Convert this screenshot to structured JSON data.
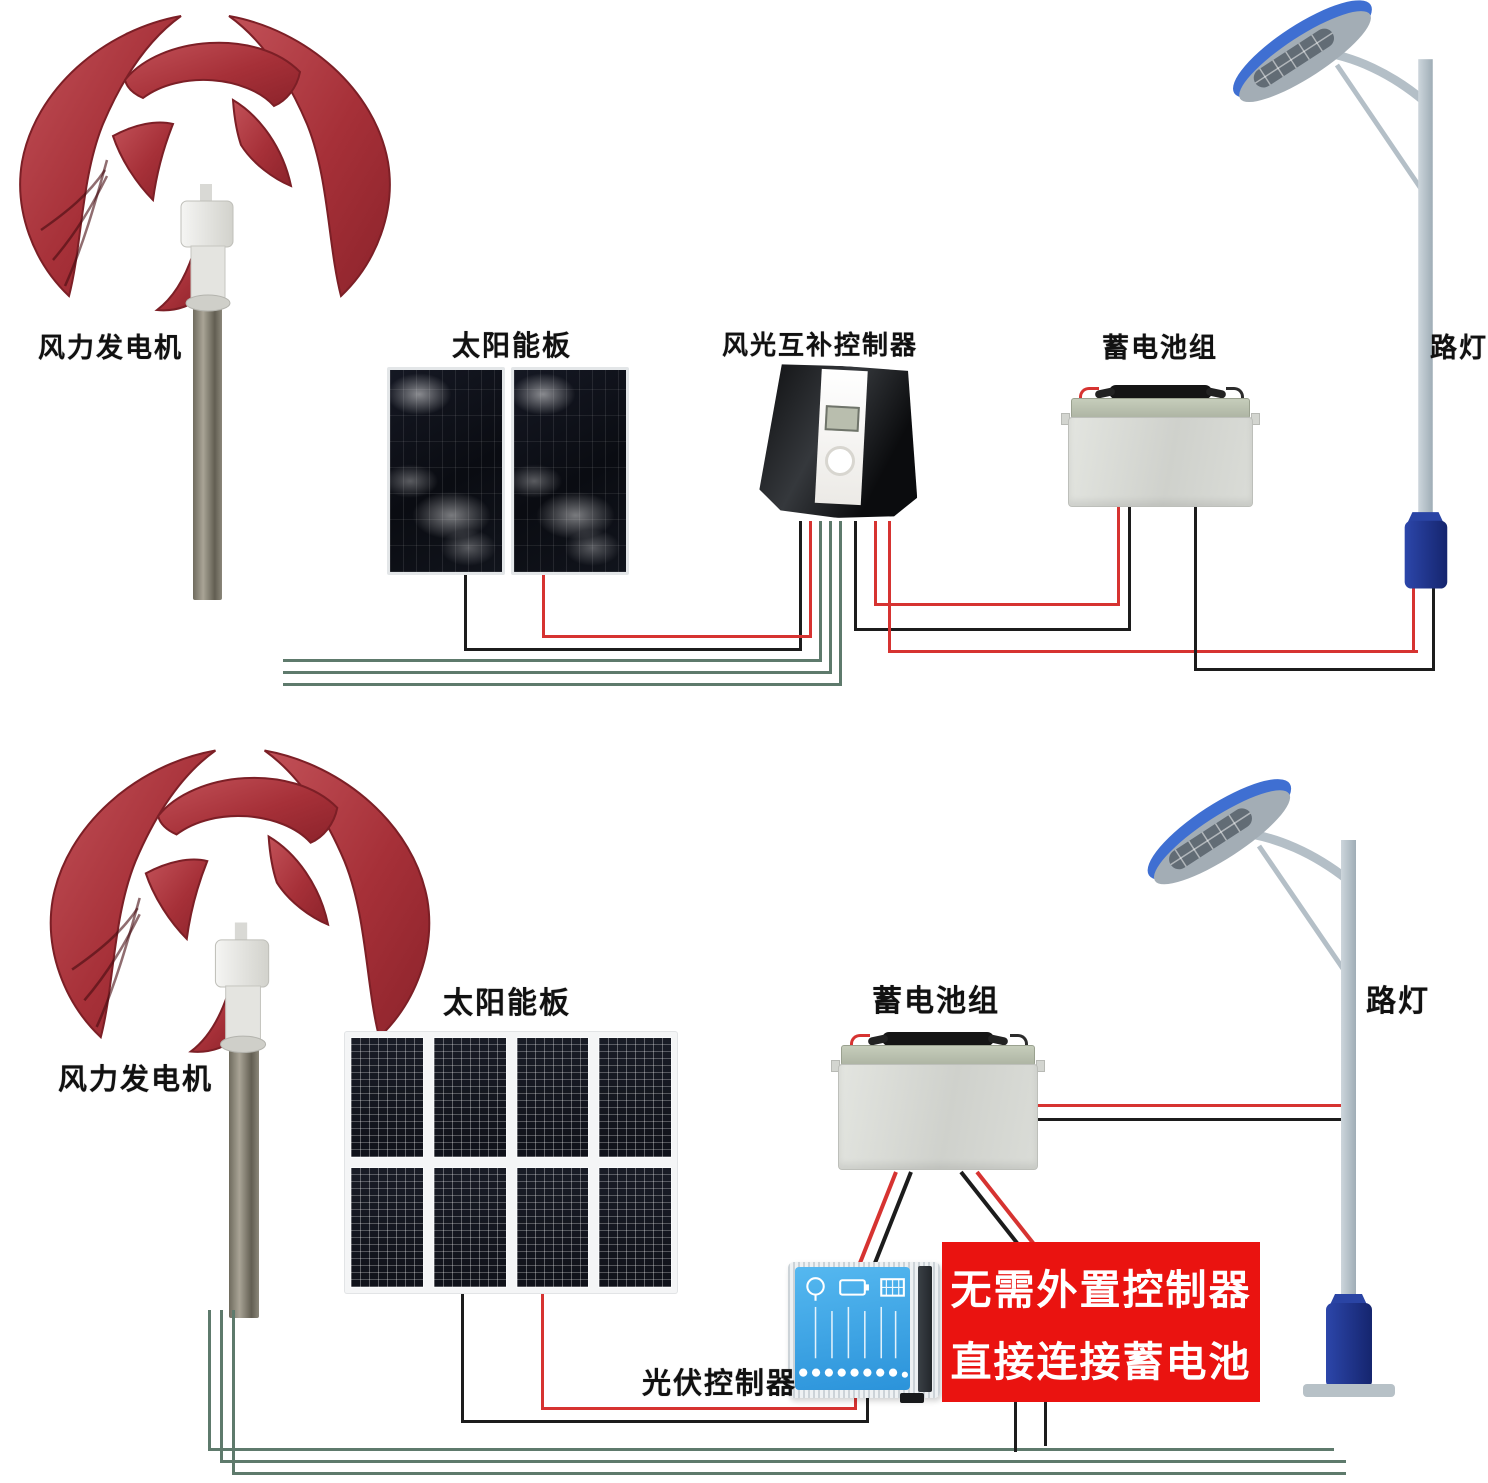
{
  "colors": {
    "wire-red": "#d63331",
    "wire-black": "#1c1c1c",
    "wire-green": "#5e7a6c",
    "blade-red": "#a8323a",
    "callout-red": "#ea1310",
    "pole-blue": "#1e3490",
    "lamp-blue": "#3f6fd2",
    "controller-blue": "#35a3e6",
    "label-color": "#111111"
  },
  "diagram_top": {
    "labels": {
      "wind_turbine": "风力发电机",
      "solar_panel": "太阳能板",
      "hybrid_controller": "风光互补控制器",
      "battery_pack": "蓄电池组",
      "street_light": "路灯"
    }
  },
  "diagram_bottom": {
    "labels": {
      "wind_turbine": "风力发电机",
      "solar_panel": "太阳能板",
      "battery_pack": "蓄电池组",
      "pv_controller": "光伏控制器",
      "street_light": "路灯"
    },
    "callout": {
      "line1": "无需外置控制器",
      "line2": "直接连接蓄电池"
    }
  }
}
